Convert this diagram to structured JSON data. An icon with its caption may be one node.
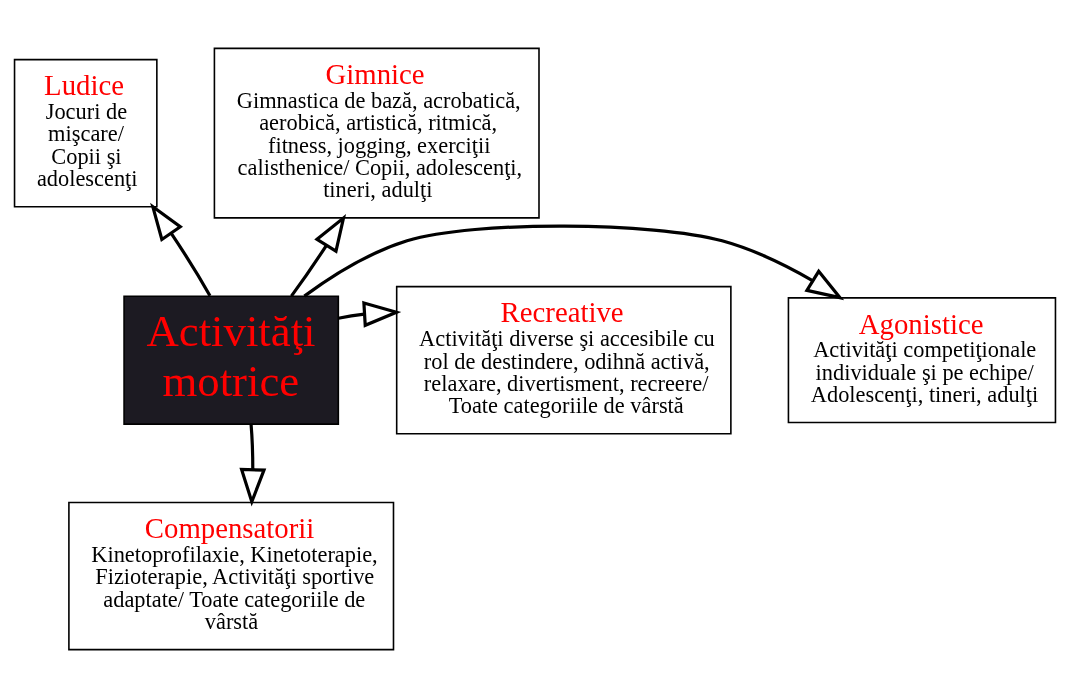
{
  "diagram": {
    "nodes": [
      {
        "text": [
          "Activităţi motrice"
        ]
      },
      {
        "text": [
          "Ludice",
          "Jocuri de mişcare/ Copii şi adolescenţi"
        ]
      },
      {
        "text": [
          "Gimnice",
          "Gimnastica de bază, acrobatică, aerobică, artistică, ritmică, fitness, jogging, exerciţii calisthenice/ Copii, adolescenţi, tineri, adulţi"
        ]
      },
      {
        "text": [
          "Agonistice",
          "Activităţi competiţionale individuale şi pe echipe/ Adolescenţi, tineri, adulţi"
        ]
      },
      {
        "text": [
          "Recreative",
          "Activităţi diverse şi accesibile cu rol de destindere, odihnă activă, relaxare, divertisment, recreere/ Toate categoriile de vârstă"
        ]
      },
      {
        "text": [
          "Compensatorii",
          "Kinetoprofilaxie, Kinetoterapie, Fizioterapie, Activităţi sportive adaptate/ Toate categoriile de vârstă"
        ]
      }
    ],
    "edges": [
      {
        "from": 0,
        "to": 1,
        "arrow": "to"
      },
      {
        "from": 0,
        "to": 2,
        "arrow": "to"
      },
      {
        "from": 0,
        "to": 3,
        "arrow": "to"
      },
      {
        "from": 0,
        "to": 4,
        "arrow": "to"
      },
      {
        "from": 0,
        "to": 5,
        "arrow": "to"
      }
    ]
  }
}
